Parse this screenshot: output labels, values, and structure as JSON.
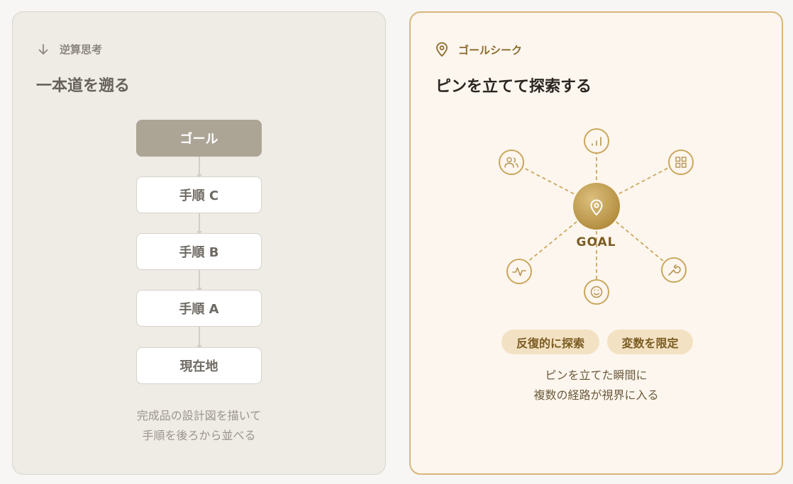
{
  "left_card": {
    "header": "逆算思考",
    "title": "一本道を遡る",
    "steps": [
      "ゴール",
      "手順 C",
      "手順 B",
      "手順 A",
      "現在地"
    ],
    "caption_line1": "完成品の設計図を描いて",
    "caption_line2": "手順を後ろから並べる"
  },
  "right_card": {
    "header": "ゴールシーク",
    "title": "ピンを立てて探索する",
    "goal_label": "GOAL",
    "satellite_icons": [
      "bar-chart-icon",
      "grid-icon",
      "wrench-icon",
      "smile-icon",
      "pulse-icon",
      "users-icon"
    ],
    "pills": [
      "反復的に探索",
      "変数を限定"
    ],
    "caption_line1": "ピンを立てた瞬間に",
    "caption_line2": "複数の経路が視界に入る"
  },
  "colors": {
    "left_bg": "#efebe5",
    "right_bg": "#fdf6ee",
    "gold": "#c9a75c",
    "goal_step": "#aca596"
  }
}
